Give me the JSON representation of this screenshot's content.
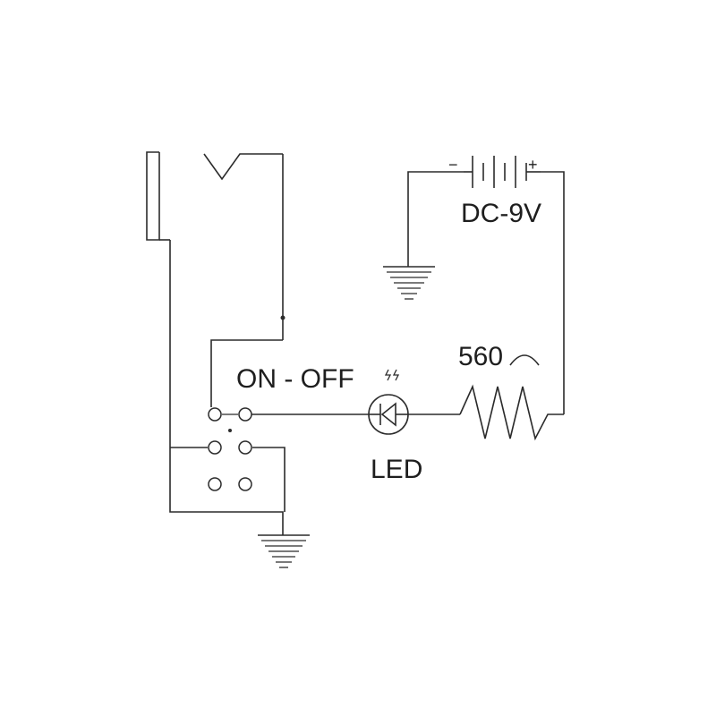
{
  "diagram": {
    "switch_label": "ON - OFF",
    "led_label": "LED",
    "resistor_value": "560",
    "battery_label": "DC-9V",
    "battery_minus": "−",
    "battery_plus": "+"
  },
  "colors": {
    "line": "#2b2b2b",
    "background": "#ffffff"
  }
}
